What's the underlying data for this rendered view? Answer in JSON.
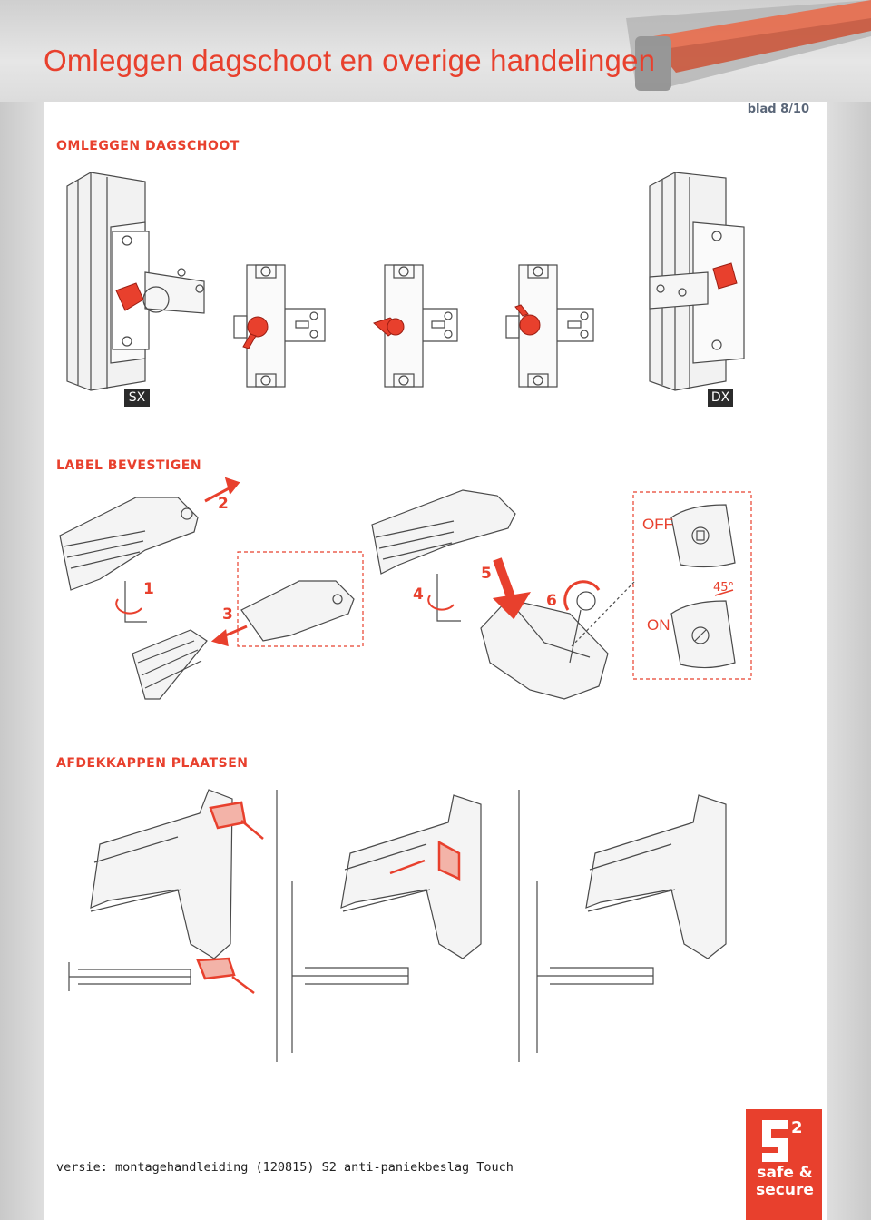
{
  "header": {
    "title": "Omleggen dagschoot en overige handelingen",
    "page_number": "blad 8/10"
  },
  "sections": {
    "dagschoot": {
      "heading": "OMLEGGEN DAGSCHOOT",
      "left_tag": "SX",
      "right_tag": "DX"
    },
    "label": {
      "heading": "LABEL BEVESTIGEN",
      "steps": [
        "1",
        "2",
        "3",
        "4",
        "5",
        "6"
      ],
      "off_label": "OFF",
      "on_label": "ON",
      "angle": "45°"
    },
    "afdekkappen": {
      "heading": "AFDEKKAPPEN PLAATSEN"
    }
  },
  "footer": {
    "version": "versie: montagehandleiding (120815) S2 anti-paniekbeslag Touch"
  },
  "logo": {
    "mark": "S2",
    "text_line1": "safe &",
    "text_line2": "secure"
  },
  "colors": {
    "accent": "#e8402d",
    "text_dark": "#222222",
    "line": "#4a4a4a"
  }
}
